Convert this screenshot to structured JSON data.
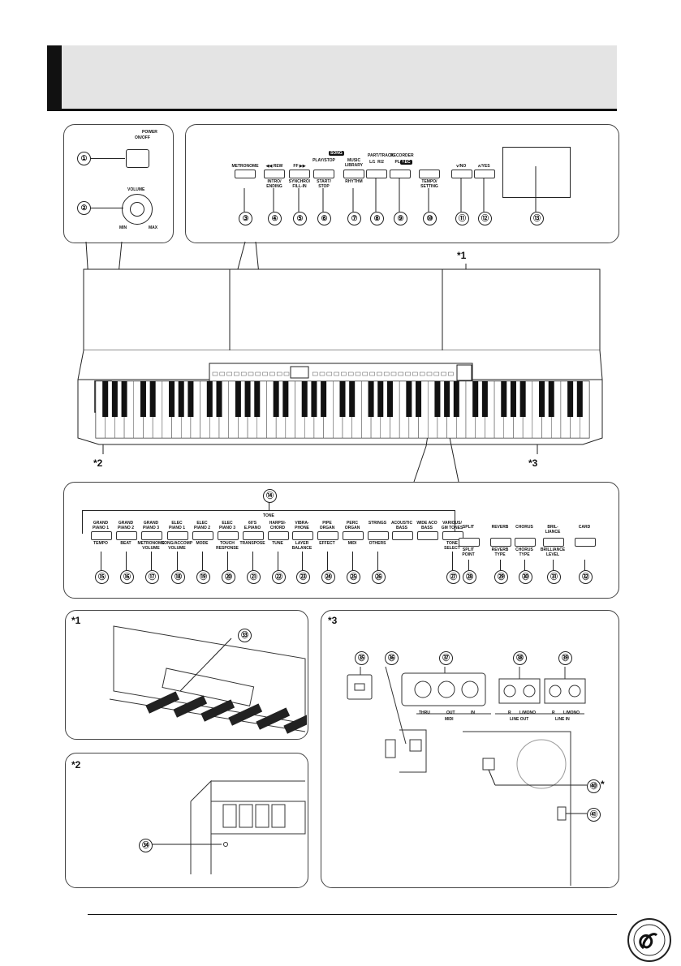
{
  "power": {
    "label": "POWER",
    "state": "ON/OFF"
  },
  "volume": {
    "label": "VOLUME",
    "min": "MIN",
    "max": "MAX"
  },
  "top_buttons": [
    {
      "num": "③",
      "top": "METRONOME",
      "bottom": ""
    },
    {
      "num": "④",
      "top": "◀◀ REW",
      "bottom": "INTRO/\nENDING"
    },
    {
      "num": "⑤",
      "top": "FF ▶▶",
      "bottom": "SYNCHRO/\nFILL-IN"
    },
    {
      "num": "⑥",
      "top": "PLAY/STOP",
      "bottom": "START/\nSTOP"
    },
    {
      "num": "⑦",
      "top": "MUSIC\nLIBRARY",
      "bottom": "RHYTHM"
    },
    {
      "num": "⑧",
      "top": "L/1  R/2",
      "bottom": ""
    },
    {
      "num": "⑨",
      "top": "PLAY",
      "bottom": ""
    },
    {
      "num": "⑩",
      "top": "",
      "bottom": "TEMPO/\nSETTING"
    },
    {
      "num": "⑪",
      "top": "∨/NO",
      "bottom": ""
    },
    {
      "num": "⑫",
      "top": "∧/YES",
      "bottom": ""
    }
  ],
  "top_group_labels": {
    "song": "SONG",
    "part_track": "PART/TRACK",
    "recorder": "RECORDER",
    "rec": "REC"
  },
  "display_num": "⑬",
  "star_labels": {
    "s1": "*1",
    "s2": "*2",
    "s3": "*3"
  },
  "tone_group": {
    "num": "⑭",
    "label": "TONE"
  },
  "tone_buttons": [
    {
      "num": "⑮",
      "top": "GRAND\nPIANO 1",
      "bottom": "TEMPO"
    },
    {
      "num": "⑯",
      "top": "GRAND\nPIANO 2",
      "bottom": "BEAT"
    },
    {
      "num": "⑰",
      "top": "GRAND\nPIANO 3",
      "bottom": "METRONOME\nVOLUME"
    },
    {
      "num": "⑱",
      "top": "ELEC\nPIANO 1",
      "bottom": "SONG/ACCOMP\nVOLUME"
    },
    {
      "num": "⑲",
      "top": "ELEC\nPIANO 2",
      "bottom": "MODE"
    },
    {
      "num": "⑳",
      "top": "ELEC\nPIANO 3",
      "bottom": "TOUCH\nRESPONSE"
    },
    {
      "num": "㉑",
      "top": "60'S\nE.PIANO",
      "bottom": "TRANSPOSE"
    },
    {
      "num": "㉒",
      "top": "HARPSI-\nCHORD",
      "bottom": "TUNE"
    },
    {
      "num": "㉓",
      "top": "VIBRA-\nPHONE",
      "bottom": "LAYER\nBALANCE"
    },
    {
      "num": "㉔",
      "top": "PIPE\nORGAN",
      "bottom": "EFFECT"
    },
    {
      "num": "㉕",
      "top": "PERC\nORGAN",
      "bottom": "MIDI"
    },
    {
      "num": "㉖",
      "top": "STRINGS",
      "bottom": "OTHERS"
    },
    {
      "num": "",
      "top": "ACOUSTIC\nBASS",
      "bottom": ""
    },
    {
      "num": "",
      "top": "WIDE ACO\nBASS",
      "bottom": ""
    },
    {
      "num": "㉗",
      "top": "VARIOUS/\nGM TONES",
      "bottom": "TONE\nSELECT"
    }
  ],
  "right_buttons": [
    {
      "num": "㉘",
      "top": "SPLIT",
      "bottom": "SPLIT\nPOINT"
    },
    {
      "num": "㉙",
      "top": "REVERB",
      "bottom": "REVERB\nTYPE"
    },
    {
      "num": "㉚",
      "top": "CHORUS",
      "bottom": "CHORUS\nTYPE"
    },
    {
      "num": "㉛",
      "top": "BRIL-\nLIANCE",
      "bottom": "BRILLIANCE\nLEVEL"
    },
    {
      "num": "㉜",
      "top": "CARD",
      "bottom": ""
    }
  ],
  "detail1": {
    "num": "㉝"
  },
  "detail2": {
    "num": "㉞"
  },
  "detail3": {
    "nums": [
      "㉟",
      "㊱",
      "㊲",
      "㊳",
      "㊴",
      "㊵",
      "㊶"
    ],
    "midi_labels": {
      "thru": "THRU",
      "out": "OUT",
      "in": "IN",
      "midi": "MIDI"
    },
    "line_out": {
      "r": "R",
      "lmono": "L/MONO",
      "label": "LINE OUT"
    },
    "line_in": {
      "r": "R",
      "lmono": "L/MONO",
      "label": "LINE IN"
    },
    "ac_star": "*"
  }
}
